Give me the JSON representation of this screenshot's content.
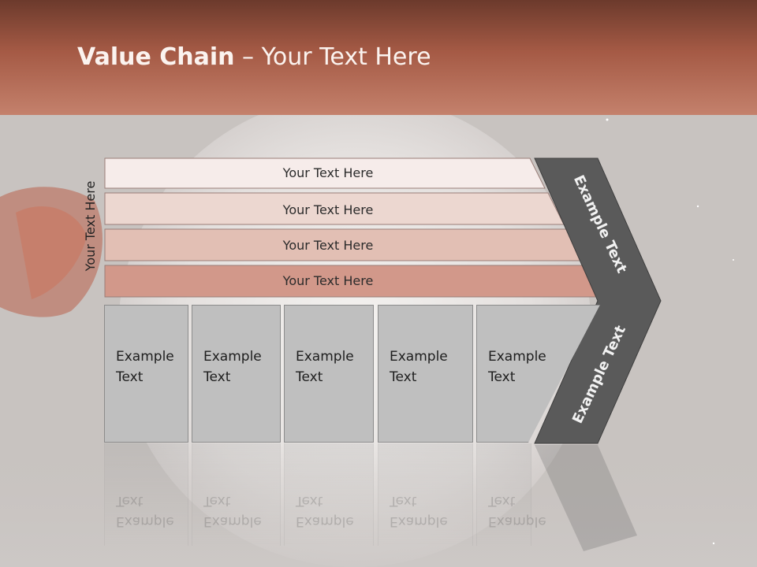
{
  "title": {
    "bold": "Value Chain",
    "rest": " – Your Text Here"
  },
  "side_label": "Your Text Here",
  "bars": [
    {
      "label": "Your Text Here",
      "color": "#f6ecea"
    },
    {
      "label": "Your Text Here",
      "color": "#ecd7d0"
    },
    {
      "label": "Your Text Here",
      "color": "#e2bfb4"
    },
    {
      "label": "Your Text Here",
      "color": "#d2988a"
    }
  ],
  "boxes": [
    {
      "label": "Example\nText"
    },
    {
      "label": "Example\nText"
    },
    {
      "label": "Example\nText"
    },
    {
      "label": "Example\nText"
    },
    {
      "label": "Example\nText"
    }
  ],
  "chevron": {
    "top_label": "Example Text",
    "bottom_label": "Example Text",
    "color": "#5a5a5a"
  }
}
